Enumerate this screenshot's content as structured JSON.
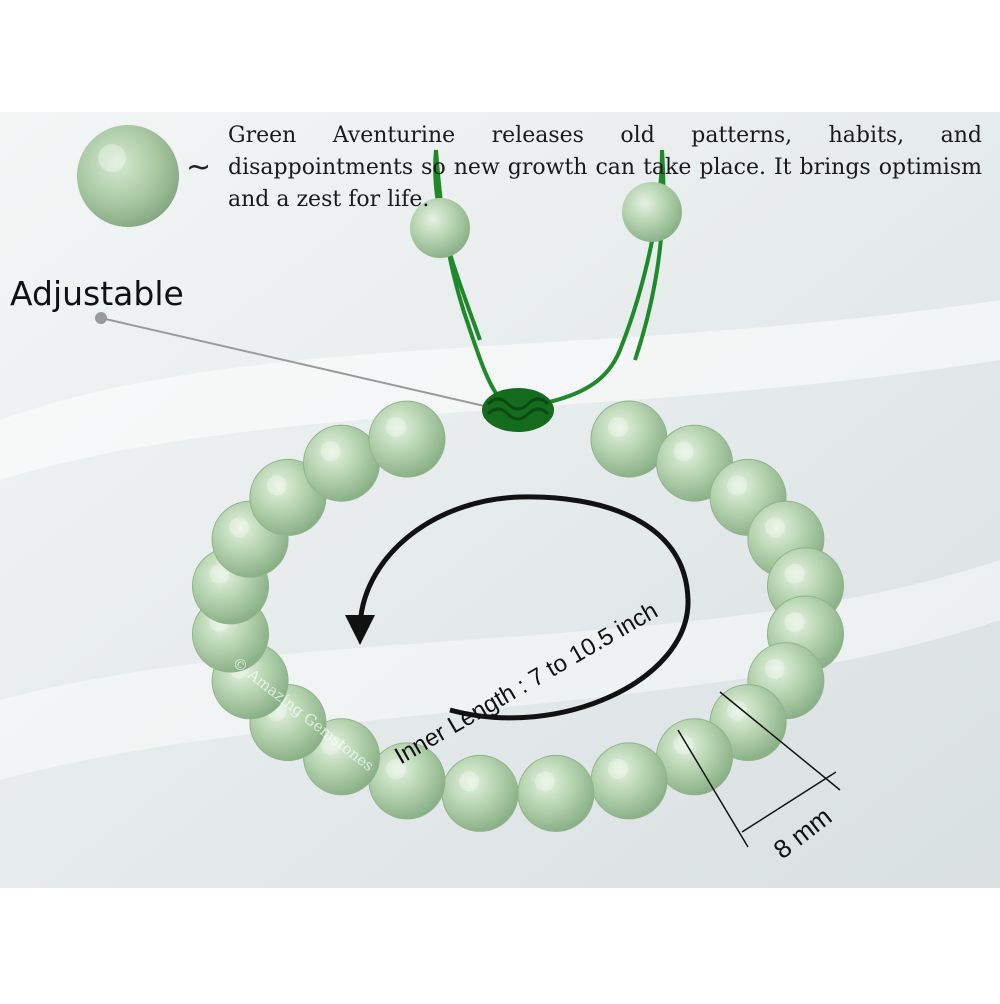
{
  "description": "Green Aventurine releases old patterns, habits, and disappointments so new growth can take place. It brings optimism and a zest for life.",
  "tilde": "~",
  "callout_label": "Adjustable",
  "inner_length_label": "Inner Length : 7 to 10.5 inch",
  "bead_size_label": "8 mm",
  "watermark": "© Amazing Gemstones",
  "colors": {
    "bead_light": "#cfe6cc",
    "bead_mid": "#a8cba4",
    "bead_dark": "#7ea77c",
    "cord": "#1f8a2a",
    "knot": "#146b1e",
    "arrow": "#111111",
    "callout_line": "#9a9a9a"
  }
}
